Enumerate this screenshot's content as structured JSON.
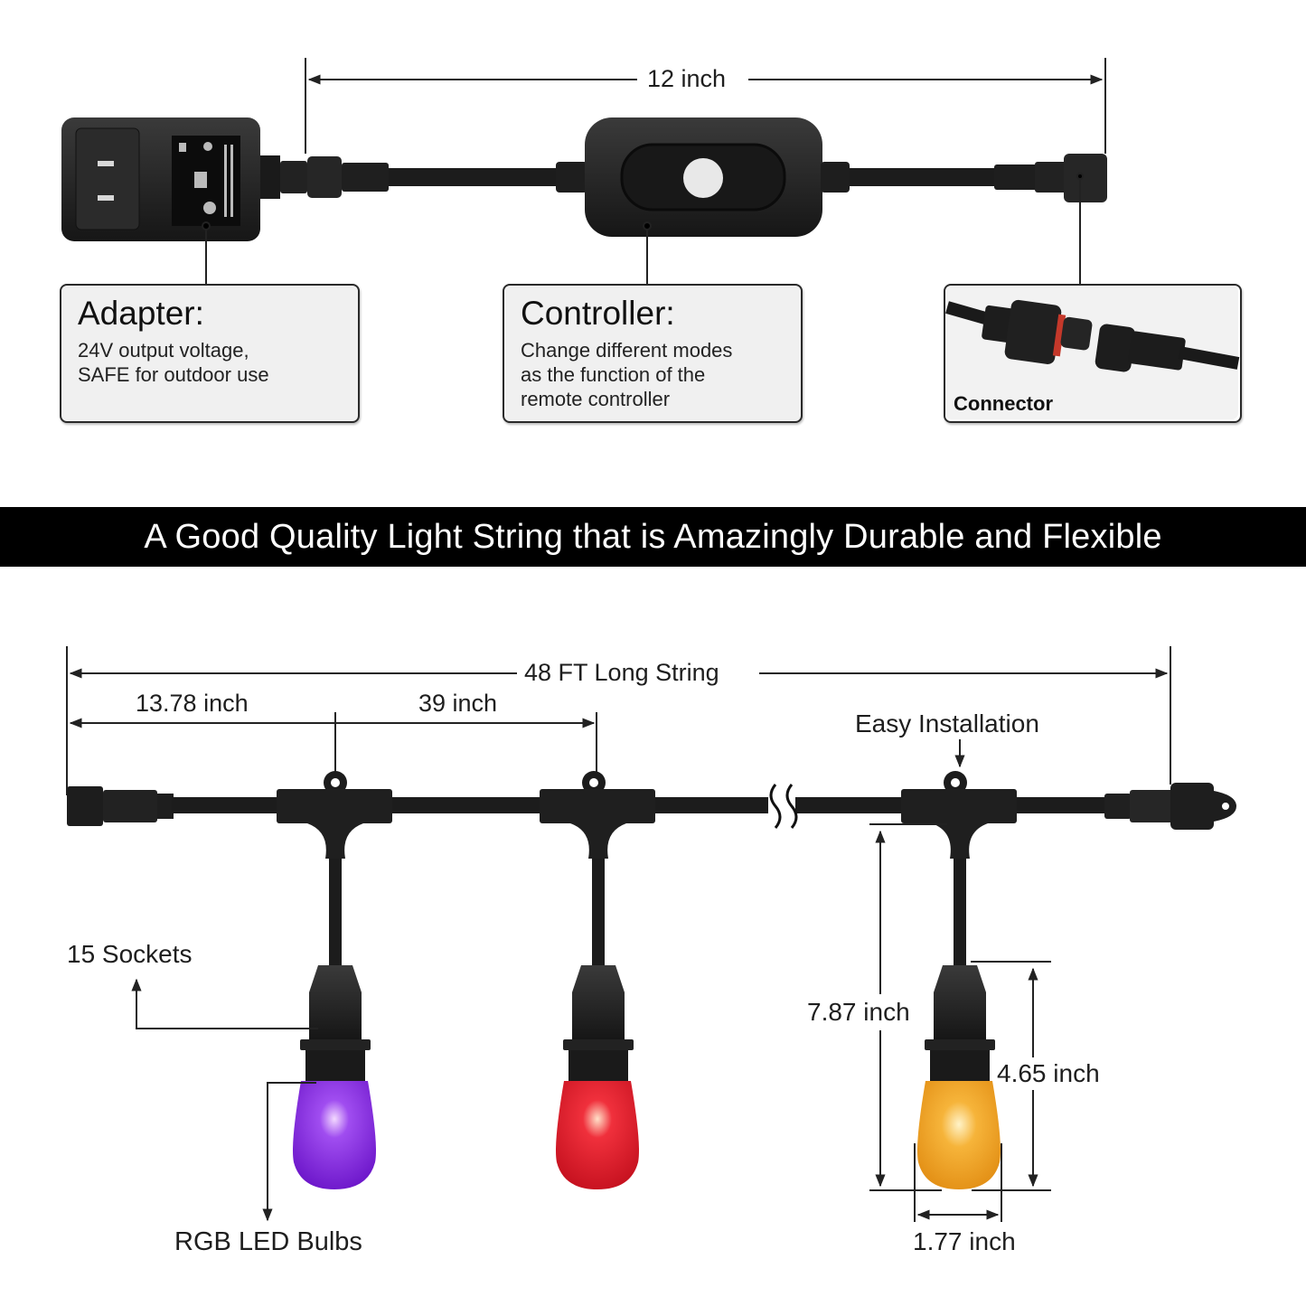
{
  "top_section": {
    "dimension_label": "12 inch",
    "callouts": [
      {
        "title": "Adapter:",
        "body": "24V output voltage,\nSAFE for outdoor use"
      },
      {
        "title": "Controller:",
        "body": "Change different modes\nas the function of the\nremote controller"
      },
      {
        "title": "Connector"
      }
    ]
  },
  "banner": {
    "text": "A Good Quality Light String that is Amazingly Durable and Flexible"
  },
  "bottom_section": {
    "total_length_label": "48 FT Long String",
    "first_spacing_label": "13.78 inch",
    "socket_spacing_label": "39 inch",
    "hook_label": "Easy Installation",
    "sockets_label": "15 Sockets",
    "bulbs_label": "RGB LED Bulbs",
    "drop_length_label": "7.87 inch",
    "bulb_height_label": "4.65 inch",
    "bulb_width_label": "1.77 inch",
    "bulbs": [
      {
        "color": "purple",
        "hex": "#8a2be2"
      },
      {
        "color": "red",
        "hex": "#e8202e"
      },
      {
        "color": "amber",
        "hex": "#f2a11c"
      }
    ]
  },
  "colors": {
    "product_black": "#1c1c1c",
    "callout_bg": "#f0f0f0",
    "banner_bg": "#000000",
    "banner_text": "#ffffff"
  }
}
